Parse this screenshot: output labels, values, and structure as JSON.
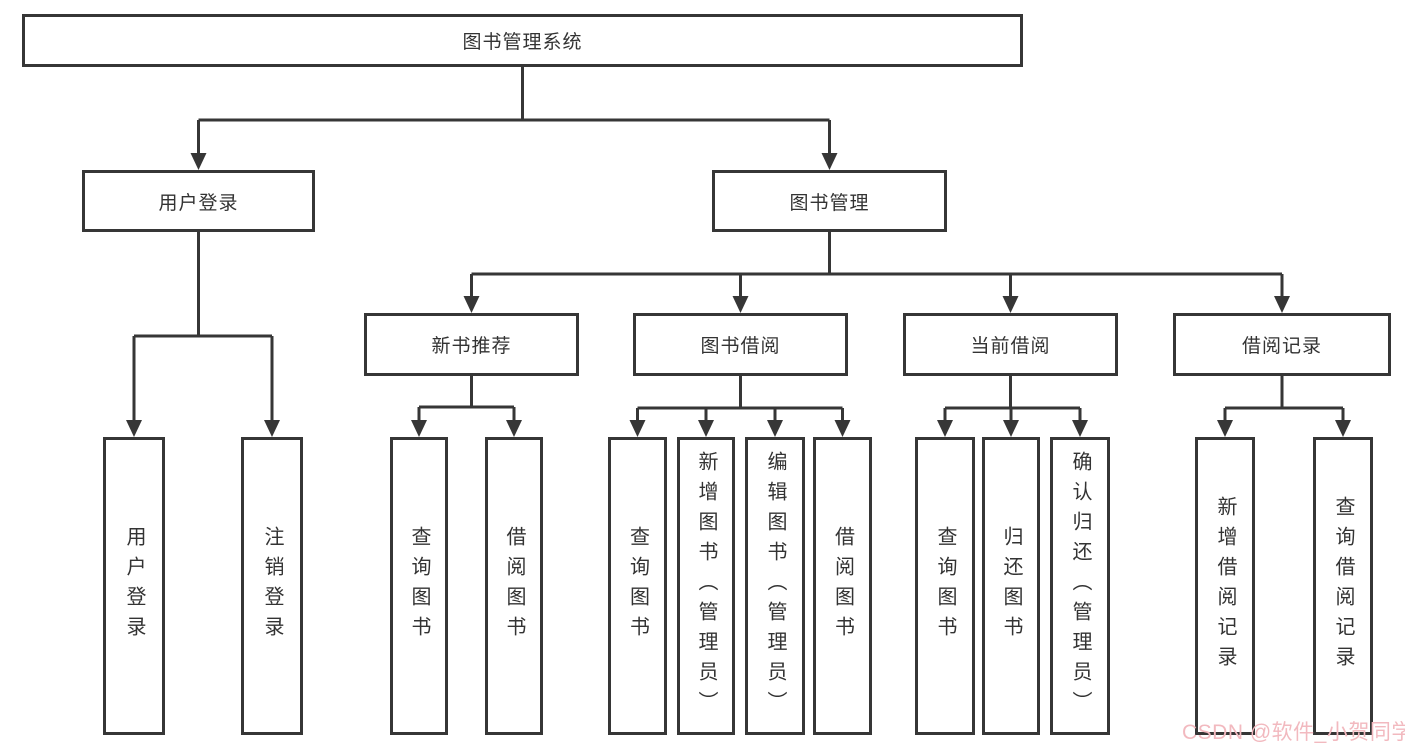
{
  "diagram_title": "图书管理系统",
  "nodes": {
    "root": {
      "label": "图书管理系统"
    },
    "level2": [
      {
        "label": "用户登录"
      },
      {
        "label": "图书管理"
      }
    ],
    "level3": [
      {
        "label": "新书推荐",
        "parent": "图书管理"
      },
      {
        "label": "图书借阅",
        "parent": "图书管理"
      },
      {
        "label": "当前借阅",
        "parent": "图书管理"
      },
      {
        "label": "借阅记录",
        "parent": "图书管理"
      }
    ],
    "leaves": [
      {
        "label": "用户登录",
        "parent": "用户登录"
      },
      {
        "label": "注销登录",
        "parent": "用户登录"
      },
      {
        "label": "查询图书",
        "parent": "新书推荐"
      },
      {
        "label": "借阅图书",
        "parent": "新书推荐"
      },
      {
        "label": "查询图书",
        "parent": "图书借阅"
      },
      {
        "label": "新增图书（管理员）",
        "parent": "图书借阅"
      },
      {
        "label": "编辑图书（管理员）",
        "parent": "图书借阅"
      },
      {
        "label": "借阅图书",
        "parent": "图书借阅"
      },
      {
        "label": "查询图书",
        "parent": "当前借阅"
      },
      {
        "label": "归还图书",
        "parent": "当前借阅"
      },
      {
        "label": "确认归还（管理员）",
        "parent": "当前借阅"
      },
      {
        "label": "新增借阅记录",
        "parent": "借阅记录"
      },
      {
        "label": "查询借阅记录",
        "parent": "借阅记录"
      }
    ]
  },
  "watermark": {
    "text": "CSDN @软件_小贺同学",
    "color": "#f2b9bf"
  },
  "colors": {
    "line": "#363636",
    "box_border": "#363636",
    "text": "#333333",
    "background": "#ffffff"
  }
}
